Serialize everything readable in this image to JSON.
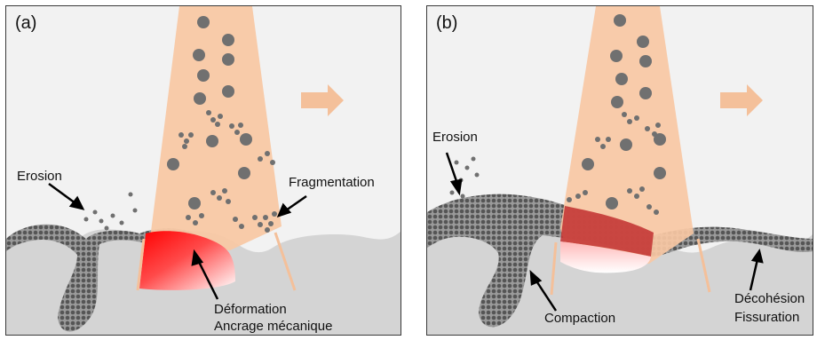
{
  "panels": [
    {
      "id": "a",
      "tag": "(a)",
      "labels": {
        "erosion": "Erosion",
        "fragmentation": "Fragmentation",
        "deformation": "Déformation",
        "anchoring": "Ancrage mécanique"
      }
    },
    {
      "id": "b",
      "tag": "(b)",
      "labels": {
        "erosion": "Erosion",
        "compaction": "Compaction",
        "decohesion": "Décohésion",
        "cracking": "Fissuration"
      }
    }
  ],
  "colors": {
    "background": "#f2f2f2",
    "substrate": "#d6d6d6",
    "spray_cone": "#f8c8a4",
    "direction_arrow": "#f4c09a",
    "particle": "#6e6e6e",
    "deformation_hot": "#ff1a1a",
    "compaction_zone": "#c23030"
  },
  "icons": {
    "direction": "arrow-right-icon",
    "callout": "arrow-pointer-icon"
  }
}
